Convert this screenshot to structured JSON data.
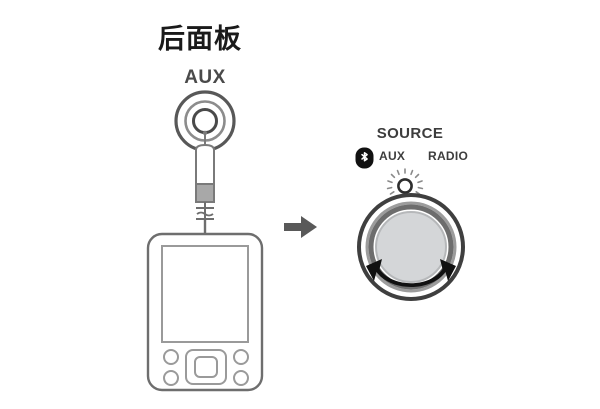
{
  "page": {
    "title": "后面板",
    "background_color": "#ffffff",
    "type": "instruction-illustration"
  },
  "left_group": {
    "name": "aux-connection-step",
    "label": "AUX",
    "device": {
      "name": "portable-media-player",
      "screen": "blank",
      "buttons": {
        "center_pad": "square-dpad",
        "corner_buttons_count": 4
      }
    },
    "cable": {
      "name": "aux-cable-coil",
      "loops": 3,
      "plug": "3.5mm-audio-plug"
    }
  },
  "transition": {
    "name": "flow-arrow",
    "direction": "right",
    "color": "#595959"
  },
  "right_group": {
    "name": "source-selector-step",
    "heading": "SOURCE",
    "modes": [
      {
        "name": "bluetooth",
        "label": "",
        "icon": "bluetooth-icon"
      },
      {
        "name": "aux",
        "label": "AUX",
        "icon": ""
      },
      {
        "name": "radio",
        "label": "RADIO",
        "icon": ""
      }
    ],
    "indicator": {
      "name": "led-indicator",
      "state": "glowing",
      "rays": 12
    },
    "knob": {
      "name": "source-rotary-knob",
      "rotation": "bidirectional",
      "face_color": "#d4d6d8",
      "ring_color": "#7d7d7d",
      "outer_ring_color": "#3f3f3f"
    }
  },
  "colors": {
    "line": "#6e6e6e",
    "line_dark": "#3f3f3f",
    "text": "#3d3d3d",
    "title": "#1a1a1a",
    "arrow": "#595959",
    "knob_face": "#d4d6d8",
    "black": "#111111"
  }
}
